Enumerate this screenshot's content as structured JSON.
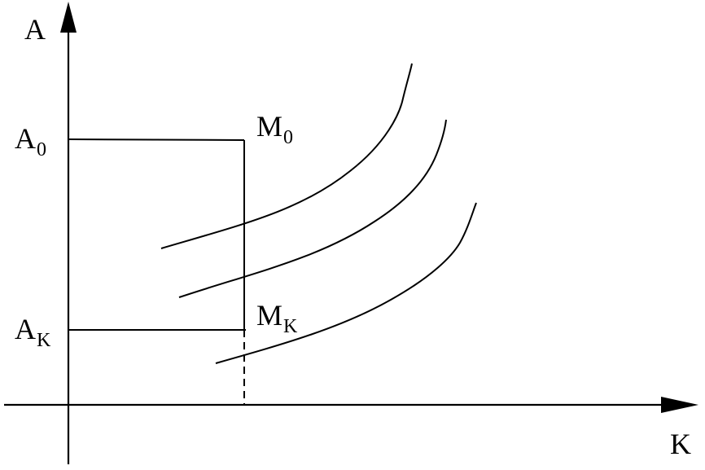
{
  "diagram": {
    "axes": {
      "vertical_label": "A",
      "horizontal_label": "K"
    },
    "levels": {
      "initial": {
        "a_symbol": "A",
        "a_subscript": "0",
        "point_symbol": "M",
        "point_subscript": "0"
      },
      "final": {
        "a_symbol": "A",
        "a_subscript": "K",
        "point_symbol": "M",
        "point_subscript": "K"
      }
    },
    "curve_count": 3,
    "line_color": "#000000",
    "background_color": "#ffffff"
  }
}
